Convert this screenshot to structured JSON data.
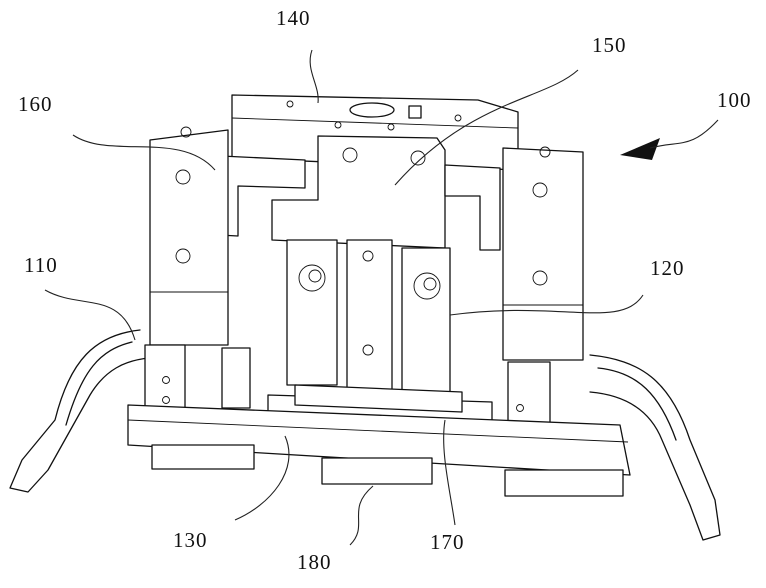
{
  "figure": {
    "type": "patent-drawing",
    "description": "Perspective view of a gripper assembly with reference numerals"
  },
  "labels": [
    {
      "id": "label-100",
      "text": "100",
      "refers_to": "gripper-assembly (overall)"
    },
    {
      "id": "label-110",
      "text": "110",
      "refers_to": "left-finger"
    },
    {
      "id": "label-120",
      "text": "120",
      "refers_to": "right-finger"
    },
    {
      "id": "label-130",
      "text": "130",
      "refers_to": "base-plate"
    },
    {
      "id": "label-140",
      "text": "140",
      "refers_to": "top-plate"
    },
    {
      "id": "label-150",
      "text": "150",
      "refers_to": "connecting-block"
    },
    {
      "id": "label-160",
      "text": "160",
      "refers_to": "side-bracket"
    },
    {
      "id": "label-170",
      "text": "170",
      "refers_to": "cylinder-mount"
    },
    {
      "id": "label-180",
      "text": "180",
      "refers_to": "bottom-pad"
    }
  ]
}
